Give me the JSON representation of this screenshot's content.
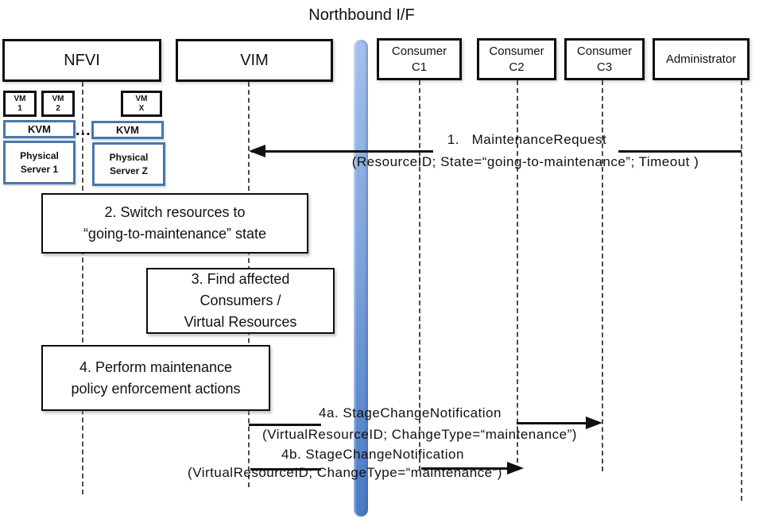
{
  "title": "Northbound I/F",
  "actors": {
    "nfvi": "NFVI",
    "vim": "VIM",
    "c1": [
      "Consumer",
      "C1"
    ],
    "c2": [
      "Consumer",
      "C2"
    ],
    "c3": [
      "Consumer",
      "C3"
    ],
    "admin": "Administrator"
  },
  "nfvi_internals": {
    "vm1": [
      "VM",
      "1"
    ],
    "vm2": [
      "VM",
      "2"
    ],
    "vmx": [
      "VM",
      "X"
    ],
    "kvm1": "KVM",
    "kvm2": "KVM",
    "ellipsis": "...",
    "server1": [
      "Physical",
      "Server 1"
    ],
    "serverz": [
      "Physical",
      "Server Z"
    ]
  },
  "activities": {
    "step2": [
      "2. Switch resources to",
      "“going-to-maintenance” state"
    ],
    "step3": [
      "3. Find affected",
      "Consumers /",
      "Virtual Resources"
    ],
    "step4": [
      "4. Perform maintenance",
      "policy enforcement actions"
    ]
  },
  "messages": {
    "m1": {
      "label": "1.   MaintenanceRequest",
      "params": "(ResourceID; State=“going-to-maintenance”; Timeout )"
    },
    "m4a": {
      "label": "4a. StageChangeNotification",
      "params": "(VirtualResourceID; ChangeType=“maintenance”)"
    },
    "m4b": {
      "label": "4b. StageChangeNotification",
      "params": "(VirtualResourceID; ChangeType=“maintenance”)"
    }
  },
  "colors": {
    "accent_blue": "#4a76ad",
    "bar_top": "#a3c1ec",
    "bar_mid": "#7ea3dc",
    "bar_bottom": "#4a79c4",
    "line_black": "#111111"
  }
}
